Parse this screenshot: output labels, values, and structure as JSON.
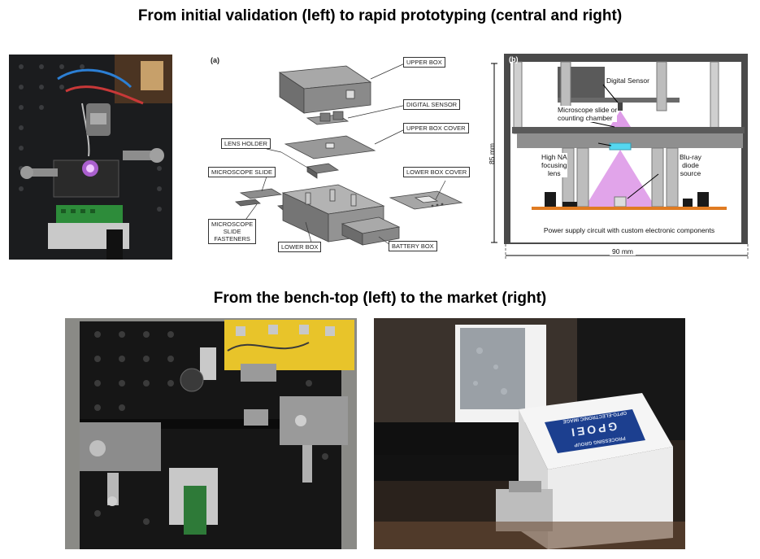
{
  "headings": {
    "top": "From initial validation (left) to rapid prototyping (central and right)",
    "bottom": "From the bench-top (left) to the market (right)"
  },
  "exploded_view": {
    "tag": "(a)",
    "labels": {
      "upper_box": "UPPER BOX",
      "digital_sensor": "DIGITAL SENSOR",
      "upper_box_cover": "UPPER BOX COVER",
      "lens_holder": "LENS HOLDER",
      "microscope_slide": "MICROSCOPE SLIDE",
      "lower_box_cover": "LOWER BOX COVER",
      "slide_fasteners_1": "MICROSCOPE",
      "slide_fasteners_2": "SLIDE",
      "slide_fasteners_3": "FASTENERS",
      "lower_box": "LOWER BOX",
      "battery_box": "BATTERY BOX"
    }
  },
  "schematic": {
    "tag": "(b)",
    "digital_sensor": "Digital Sensor",
    "slide_1": "Microscope slide or",
    "slide_2": "counting chamber",
    "lens_1": "High NA",
    "lens_2": "focusing",
    "lens_3": "lens",
    "diode_1": "Blu-ray",
    "diode_2": "diode",
    "diode_3": "source",
    "power": "Power supply circuit with custom electronic components",
    "height_dim": "85 mm",
    "width_dim": "90 mm"
  },
  "product_logo": {
    "brand": "GPOEI",
    "line_1": "OPTO-ELECTRONIC IMAGE",
    "line_2": "PROCESSING GROUP"
  },
  "colors": {
    "laser": "#c85ad8",
    "pcb_green": "#2d8c3a",
    "pcb_yellow": "#e8c42a",
    "orange_board": "#e07b22",
    "product_blue": "#1c3f8f"
  }
}
